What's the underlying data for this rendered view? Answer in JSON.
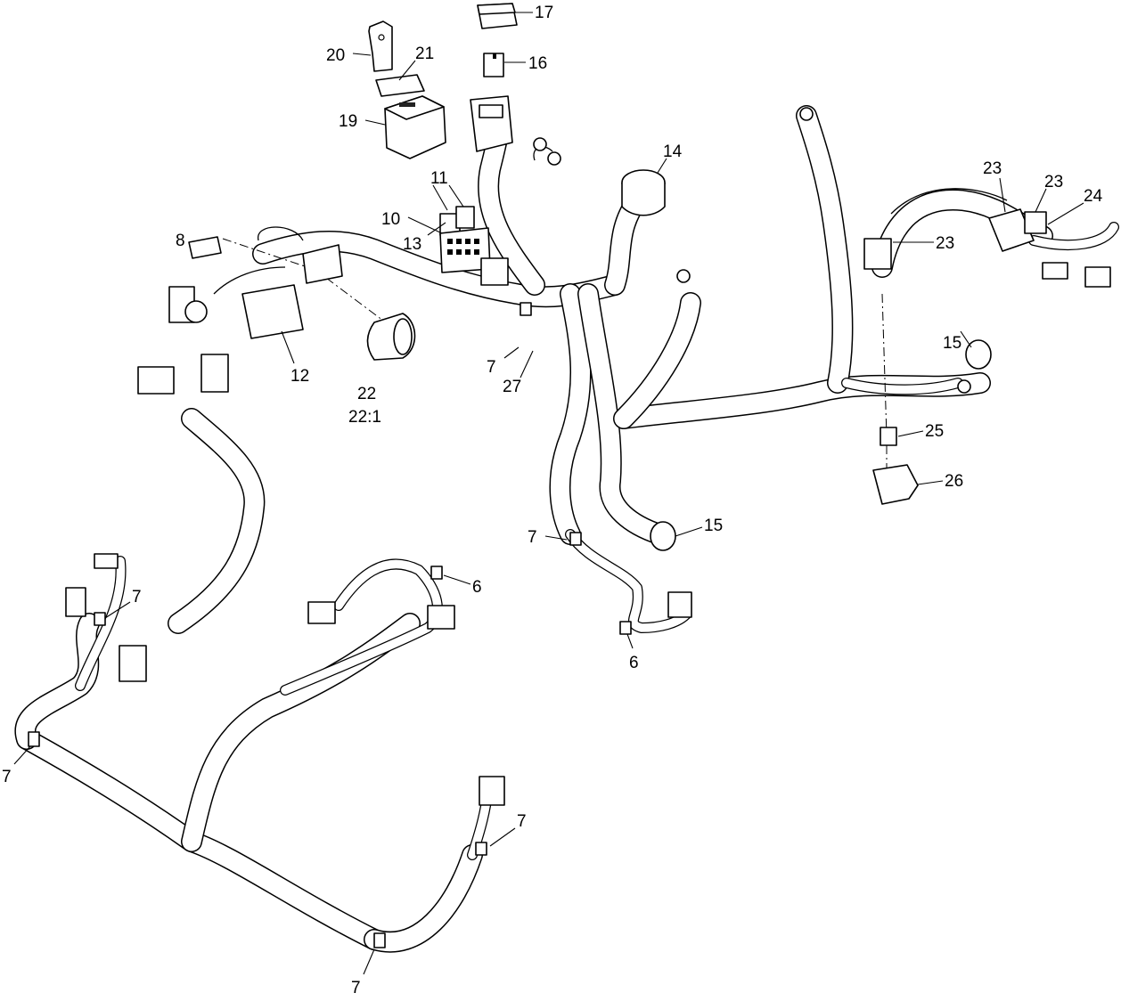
{
  "diagram": {
    "callouts": [
      {
        "id": "c17",
        "text": "17"
      },
      {
        "id": "c16",
        "text": "16"
      },
      {
        "id": "c20",
        "text": "20"
      },
      {
        "id": "c21",
        "text": "21"
      },
      {
        "id": "c19",
        "text": "19"
      },
      {
        "id": "c14",
        "text": "14"
      },
      {
        "id": "c11",
        "text": "11"
      },
      {
        "id": "c10",
        "text": "10"
      },
      {
        "id": "c13",
        "text": "13"
      },
      {
        "id": "c8",
        "text": "8"
      },
      {
        "id": "c12",
        "text": "12"
      },
      {
        "id": "c22",
        "text": "22"
      },
      {
        "id": "c22_1",
        "text": "22:1"
      },
      {
        "id": "c7a",
        "text": "7"
      },
      {
        "id": "c27",
        "text": "27"
      },
      {
        "id": "c23a",
        "text": "23"
      },
      {
        "id": "c23b",
        "text": "23"
      },
      {
        "id": "c24",
        "text": "24"
      },
      {
        "id": "c23c",
        "text": "23"
      },
      {
        "id": "c15a",
        "text": "15"
      },
      {
        "id": "c25",
        "text": "25"
      },
      {
        "id": "c26",
        "text": "26"
      },
      {
        "id": "c7b",
        "text": "7"
      },
      {
        "id": "c15b",
        "text": "15"
      },
      {
        "id": "c6a",
        "text": "6"
      },
      {
        "id": "c6b",
        "text": "6"
      },
      {
        "id": "c7c",
        "text": "7"
      },
      {
        "id": "c7d",
        "text": "7"
      },
      {
        "id": "c7e",
        "text": "7"
      },
      {
        "id": "c7f",
        "text": "7"
      }
    ]
  }
}
